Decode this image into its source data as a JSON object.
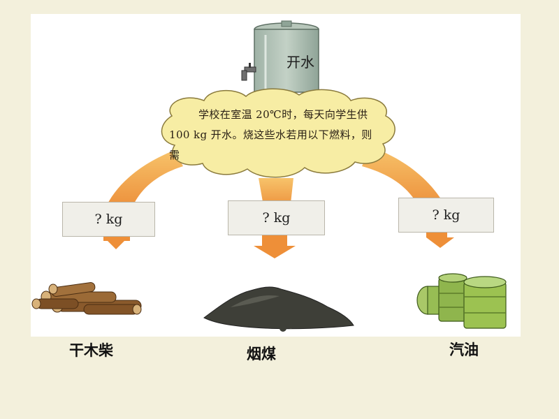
{
  "tank": {
    "label": "开水"
  },
  "cloud": {
    "text": "学校在室温 20℃时，每天向学生供 100 kg 开水。烧这些水若用以下燃料，则需"
  },
  "boxes": [
    {
      "text": "? kg"
    },
    {
      "text": "? kg"
    },
    {
      "text": "? kg"
    }
  ],
  "fuels": [
    {
      "label": "干木柴",
      "icon": "firewood-icon"
    },
    {
      "label": "烟煤",
      "icon": "coal-pile-icon"
    },
    {
      "label": "汽油",
      "icon": "oil-drums-icon"
    }
  ],
  "colors": {
    "slide_bg": "#f3f0dc",
    "cloud": "#f7eda4",
    "arrow": "#f0a04a",
    "tank": "#b7c6ba",
    "drum": "#9cc251"
  }
}
